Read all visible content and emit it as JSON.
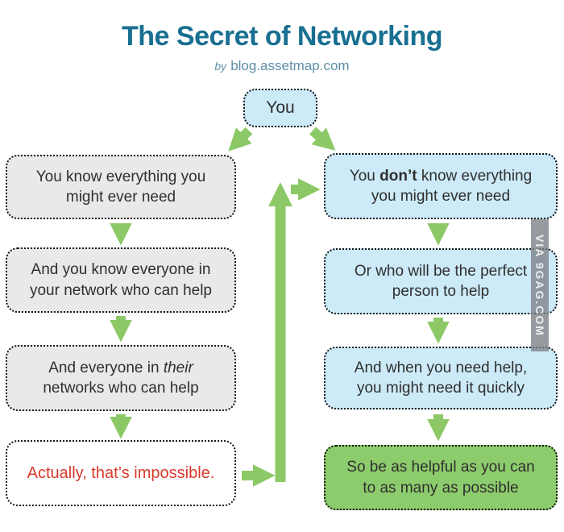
{
  "title": "The Secret of Networking",
  "byline": {
    "prefix": "by",
    "source": "blog.assetmap.com"
  },
  "nodes": {
    "you": {
      "label": "You"
    },
    "l1": {
      "text": "You know everything you\nmight ever need"
    },
    "l2": {
      "text": "And you know everyone in\nyour network who can help"
    },
    "l3": {
      "pre": "And everyone in ",
      "italic": "their",
      "post": "\nnetworks who can help"
    },
    "l4": {
      "text": "Actually, that’s impossible."
    },
    "r1": {
      "pre": "You ",
      "bold": "don’t",
      "post": " know everything\nyou might ever need"
    },
    "r2": {
      "text": "Or who will be the perfect\nperson to help"
    },
    "r3": {
      "text": "And when you need help,\nyou might need it quickly"
    },
    "r4": {
      "text": "So be as helpful as you can\nto as many as possible"
    }
  },
  "edges": [
    {
      "from": "you",
      "to": "l1"
    },
    {
      "from": "you",
      "to": "r1"
    },
    {
      "from": "l1",
      "to": "l2"
    },
    {
      "from": "l2",
      "to": "l3"
    },
    {
      "from": "l3",
      "to": "l4"
    },
    {
      "from": "l4",
      "to": "r1"
    },
    {
      "from": "r1",
      "to": "r2"
    },
    {
      "from": "r2",
      "to": "r3"
    },
    {
      "from": "r3",
      "to": "r4"
    }
  ],
  "watermark": {
    "text": "VIA 9GAG.COM"
  },
  "colors": {
    "title": "#186F91",
    "byline": "#5E8FA6",
    "node_blue": "#CDEAF8",
    "node_gray": "#E9E9E9",
    "node_green": "#8DCC6C",
    "node_white": "#FFFFFF",
    "warning_text": "#D8392B",
    "arrow": "#8CC966",
    "border": "#151515",
    "body_text": "#2F2F2F",
    "watermark_bg": "#7D8288",
    "watermark_text": "#EDEDED"
  }
}
